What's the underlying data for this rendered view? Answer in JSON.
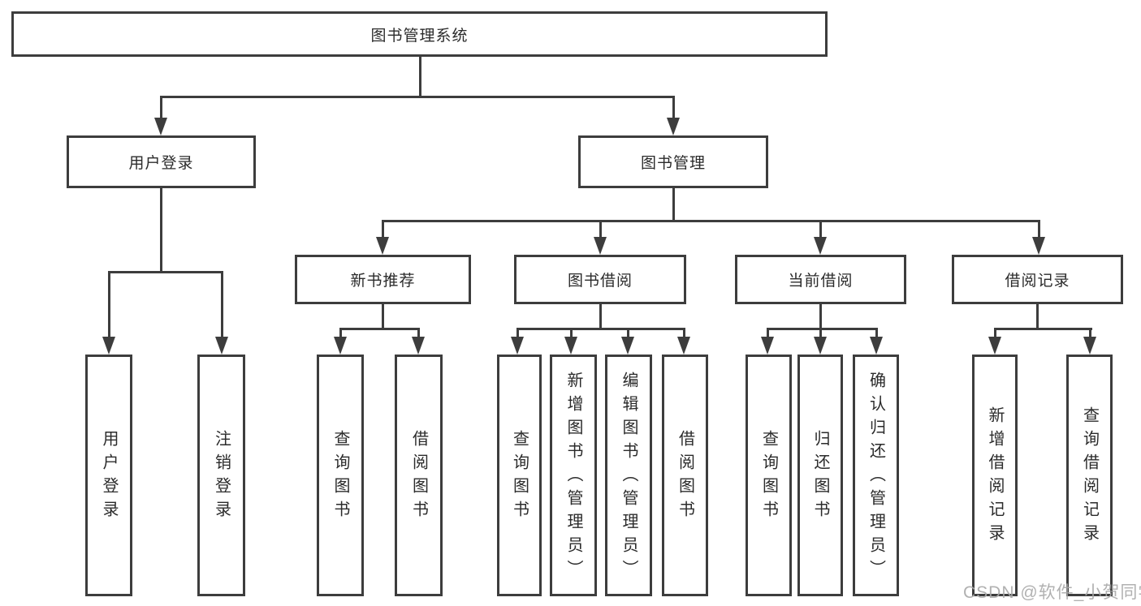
{
  "colors": {
    "line": "#3d3d3d",
    "box_border": "#3d3d3d",
    "box_fill": "#ffffff",
    "text": "#2b2b2b",
    "watermark": "#a8a8a8"
  },
  "watermark": {
    "text": "CSDN @软件_小贺同学"
  },
  "tree": {
    "label": "图书管理系统",
    "children": [
      {
        "label": "用户登录",
        "children": [
          {
            "label": "用户登录"
          },
          {
            "label": "注销登录"
          }
        ]
      },
      {
        "label": "图书管理",
        "children": [
          {
            "label": "新书推荐",
            "children": [
              {
                "label": "查询图书"
              },
              {
                "label": "借阅图书"
              }
            ]
          },
          {
            "label": "图书借阅",
            "children": [
              {
                "label": "查询图书"
              },
              {
                "label": "新增图书（管理员）"
              },
              {
                "label": "编辑图书（管理员）"
              },
              {
                "label": "借阅图书"
              }
            ]
          },
          {
            "label": "当前借阅",
            "children": [
              {
                "label": "查询图书"
              },
              {
                "label": "归还图书"
              },
              {
                "label": "确认归还（管理员）"
              }
            ]
          },
          {
            "label": "借阅记录",
            "children": [
              {
                "label": "新增借阅记录"
              },
              {
                "label": "查询借阅记录"
              }
            ]
          }
        ]
      }
    ]
  }
}
